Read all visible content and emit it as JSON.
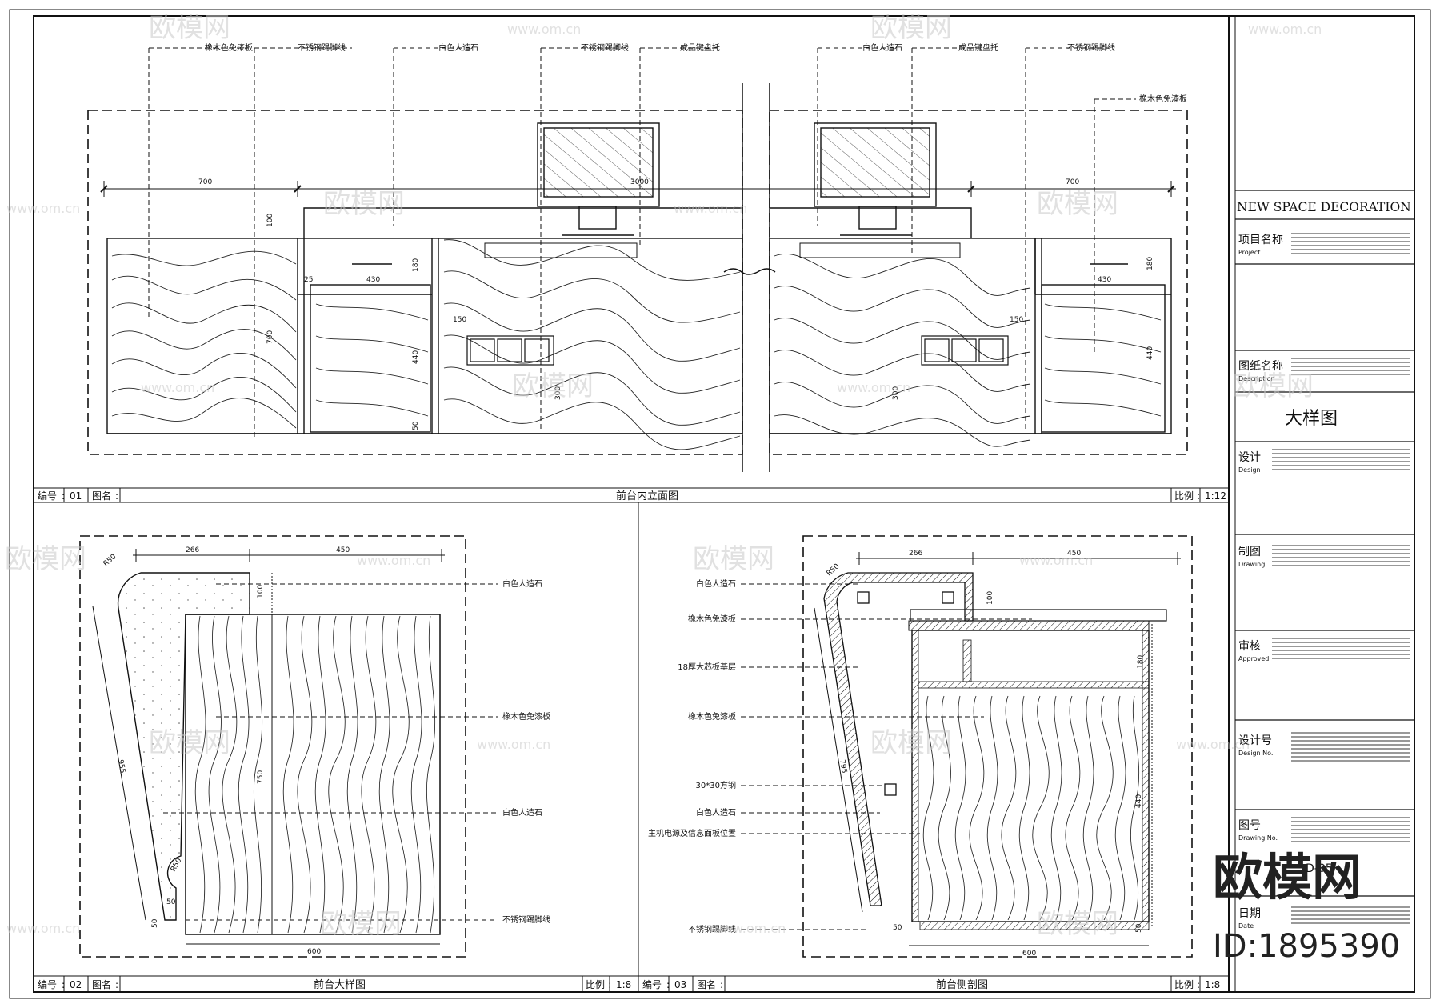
{
  "colors": {
    "line": "#111111",
    "watermark": "#c8c8c8",
    "paper": "#ffffff"
  },
  "elevation": {
    "callouts": [
      "橡木色免漆板",
      "不锈钢踢脚线",
      "白色人造石",
      "不锈钢踢脚线",
      "成品键盘托",
      "白色人造石",
      "成品键盘托",
      "不锈钢踢脚线",
      "橡木色免漆板"
    ],
    "dims": {
      "left_width": "700",
      "total": "3000",
      "right_width": "700",
      "top_thickness": "100",
      "drawer_h": "180",
      "cabinet_h": "700",
      "inner_h": "440",
      "base_h": "50",
      "door_w": "430",
      "gap": "25",
      "socket_off": "150",
      "socket_h": "300"
    }
  },
  "plan": {
    "callouts": [
      "白色人造石",
      "橡木色免漆板",
      "白色人造石",
      "不锈钢踢脚线"
    ],
    "dims": {
      "top_w": "266",
      "body_w": "450",
      "base_w": "600",
      "radius_top": "R50",
      "radius_bottom": "R50",
      "slant": "955",
      "height": "750",
      "top_h": "100",
      "toe": "50",
      "toe_h": "50"
    }
  },
  "section": {
    "callouts": [
      "白色人造石",
      "橡木色免漆板",
      "18厚大芯板基层",
      "橡木色免漆板",
      "30*30方钢",
      "白色人造石",
      "主机电源及信息面板位置",
      "不锈钢踢脚线"
    ],
    "dims": {
      "top_w": "266",
      "body_w": "450",
      "radius": "R50",
      "top_h": "100",
      "drawer_h": "180",
      "slant": "795",
      "inner_h": "440",
      "base_h": "50",
      "toe": "50",
      "base_w": "600"
    }
  },
  "titlebars": [
    {
      "no_label": "编号",
      "no": "01",
      "name_label": "图名",
      "title": "前台内立面图",
      "scale_label": "比例",
      "scale": "1:12"
    },
    {
      "no_label": "编号",
      "no": "02",
      "name_label": "图名",
      "title": "前台大样图",
      "scale_label": "比例",
      "scale": "1:8"
    },
    {
      "no_label": "编号",
      "no": "03",
      "name_label": "图名",
      "title": "前台侧剖图",
      "scale_label": "比例",
      "scale": "1:8"
    }
  ],
  "titleblock": {
    "company": "NEW SPACE DECORATION",
    "project": {
      "cn": "项目名称",
      "en": "Project"
    },
    "drawing_name": {
      "cn": "图纸名称",
      "en": "Description",
      "value": "大样图"
    },
    "design": {
      "cn": "设计",
      "en": "Design"
    },
    "draw": {
      "cn": "制图",
      "en": "Drawing"
    },
    "approve": {
      "cn": "审核",
      "en": "Approved"
    },
    "design_no": {
      "cn": "设计号",
      "en": "Design No."
    },
    "drawing_no": {
      "cn": "图号",
      "en": "Drawing No.",
      "value": "D-05"
    },
    "date": {
      "cn": "日期",
      "en": "Date"
    }
  },
  "watermark": {
    "brand": "欧模网",
    "url": "www.om.cn",
    "id": "ID:1895390"
  }
}
